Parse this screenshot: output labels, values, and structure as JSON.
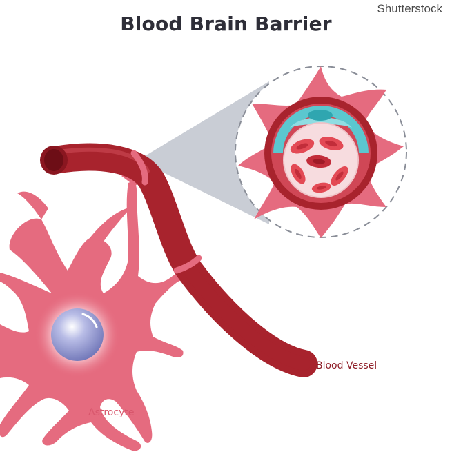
{
  "watermark": "Shutterstock",
  "title": "Blood Brain Barrier",
  "labels": {
    "blood_vessel": "Blood Vessel",
    "astrocyte": "Astrocyte"
  },
  "colors": {
    "vessel": "#a8232d",
    "vessel_dark": "#7f1019",
    "astrocyte": "#e56b7f",
    "astrocyte_dark": "#d4566b",
    "nucleus": "#8a8fc9",
    "endothelium": "#5bc7cf",
    "blood_cell": "#e34a55",
    "magnifier": "#c9cdd5",
    "label_vessel": "#8f1e28",
    "label_astrocyte": "#d8566c"
  }
}
